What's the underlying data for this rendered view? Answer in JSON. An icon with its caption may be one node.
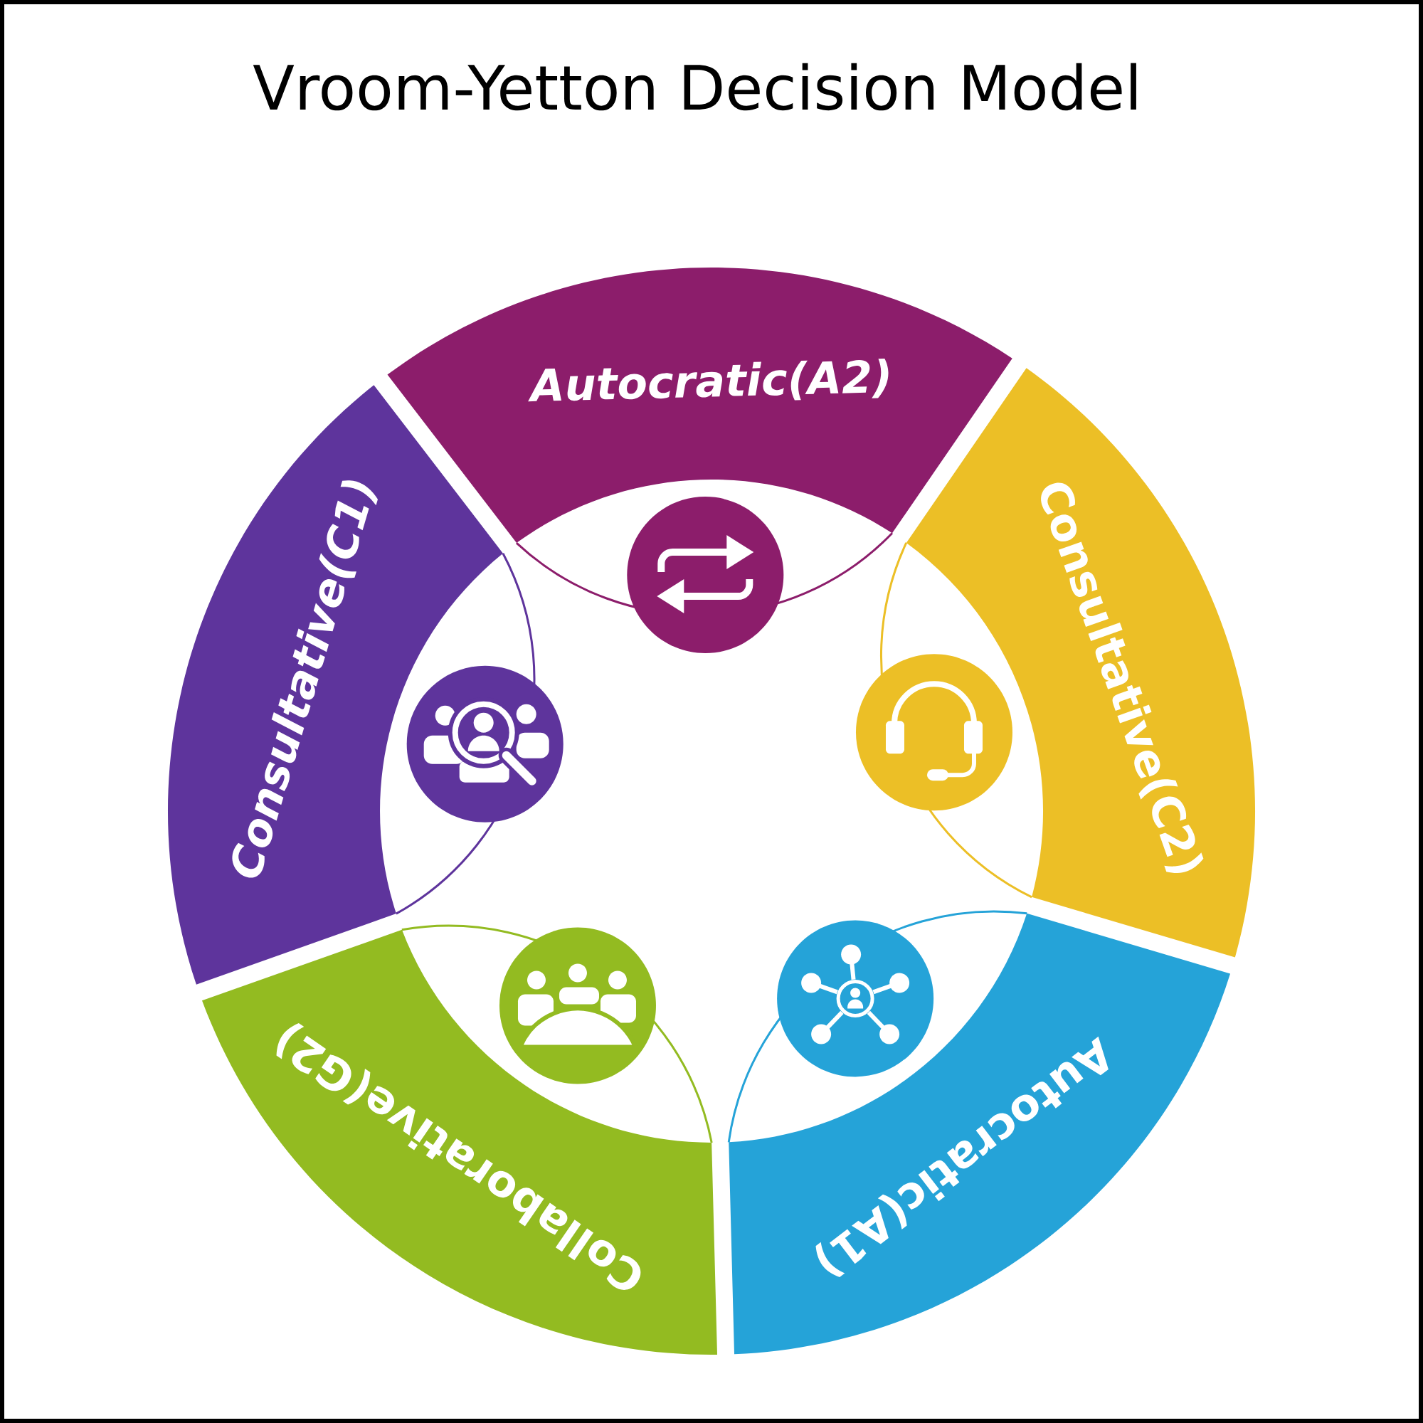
{
  "diagram": {
    "title": "Vroom-Yetton Decision Model",
    "nodes": [
      {
        "text": [
          "Autocratic(A2)"
        ]
      },
      {
        "text": [
          "Consultative(C2)"
        ]
      },
      {
        "text": [
          "Autocratic(A1)"
        ]
      },
      {
        "text": [
          "Collaborative(G2)"
        ]
      },
      {
        "text": [
          "Consultative(C1)"
        ]
      }
    ]
  }
}
